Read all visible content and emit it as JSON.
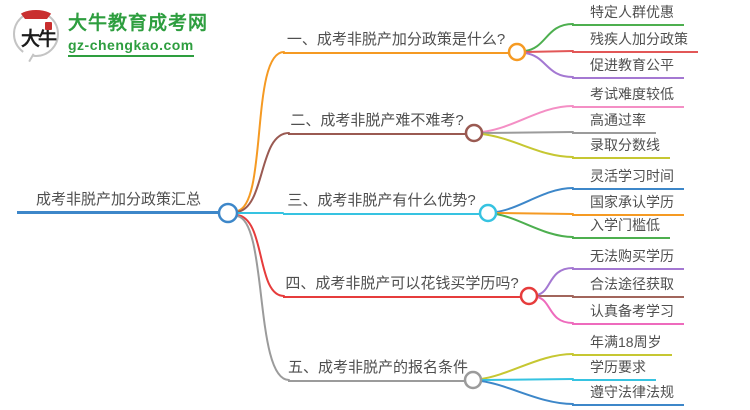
{
  "site": {
    "logo_icon_text": "大牛",
    "name": "大牛教育成考网",
    "domain": "gz-chengkao.com",
    "brand_color": "#2e9e3f"
  },
  "mindmap": {
    "root": {
      "label": "成考非脱产加分政策汇总",
      "color": "#3d87c9"
    },
    "branches": [
      {
        "label": "一、成考非脱产加分政策是什么?",
        "color": "#f59a23",
        "children": [
          {
            "label": "特定人群优惠",
            "color": "#4daf4f"
          },
          {
            "label": "残疾人加分政策",
            "color": "#e25757"
          },
          {
            "label": "促进教育公平",
            "color": "#a478d2"
          }
        ]
      },
      {
        "label": "二、成考非脱产难不难考?",
        "color": "#9a5a52",
        "children": [
          {
            "label": "考试难度较低",
            "color": "#f48fc5"
          },
          {
            "label": "高通过率",
            "color": "#9b9b9b"
          },
          {
            "label": "录取分数线",
            "color": "#c6c732"
          }
        ]
      },
      {
        "label": "三、成考非脱产有什么优势?",
        "color": "#36c3e1",
        "children": [
          {
            "label": "灵活学习时间",
            "color": "#3d87c9"
          },
          {
            "label": "国家承认学历",
            "color": "#f59a23"
          },
          {
            "label": "入学门槛低",
            "color": "#4daf4f"
          }
        ]
      },
      {
        "label": "四、成考非脱产可以花钱买学历吗?",
        "color": "#e63c3c",
        "children": [
          {
            "label": "无法购买学历",
            "color": "#a478d2"
          },
          {
            "label": "合法途径获取",
            "color": "#a2665c"
          },
          {
            "label": "认真备考学习",
            "color": "#ee6bbd"
          }
        ]
      },
      {
        "label": "五、成考非脱产的报名条件",
        "color": "#9b9b9b",
        "children": [
          {
            "label": "年满18周岁",
            "color": "#c6c732"
          },
          {
            "label": "学历要求",
            "color": "#36c3e1"
          },
          {
            "label": "遵守法律法规",
            "color": "#3d87c9"
          }
        ]
      }
    ]
  }
}
